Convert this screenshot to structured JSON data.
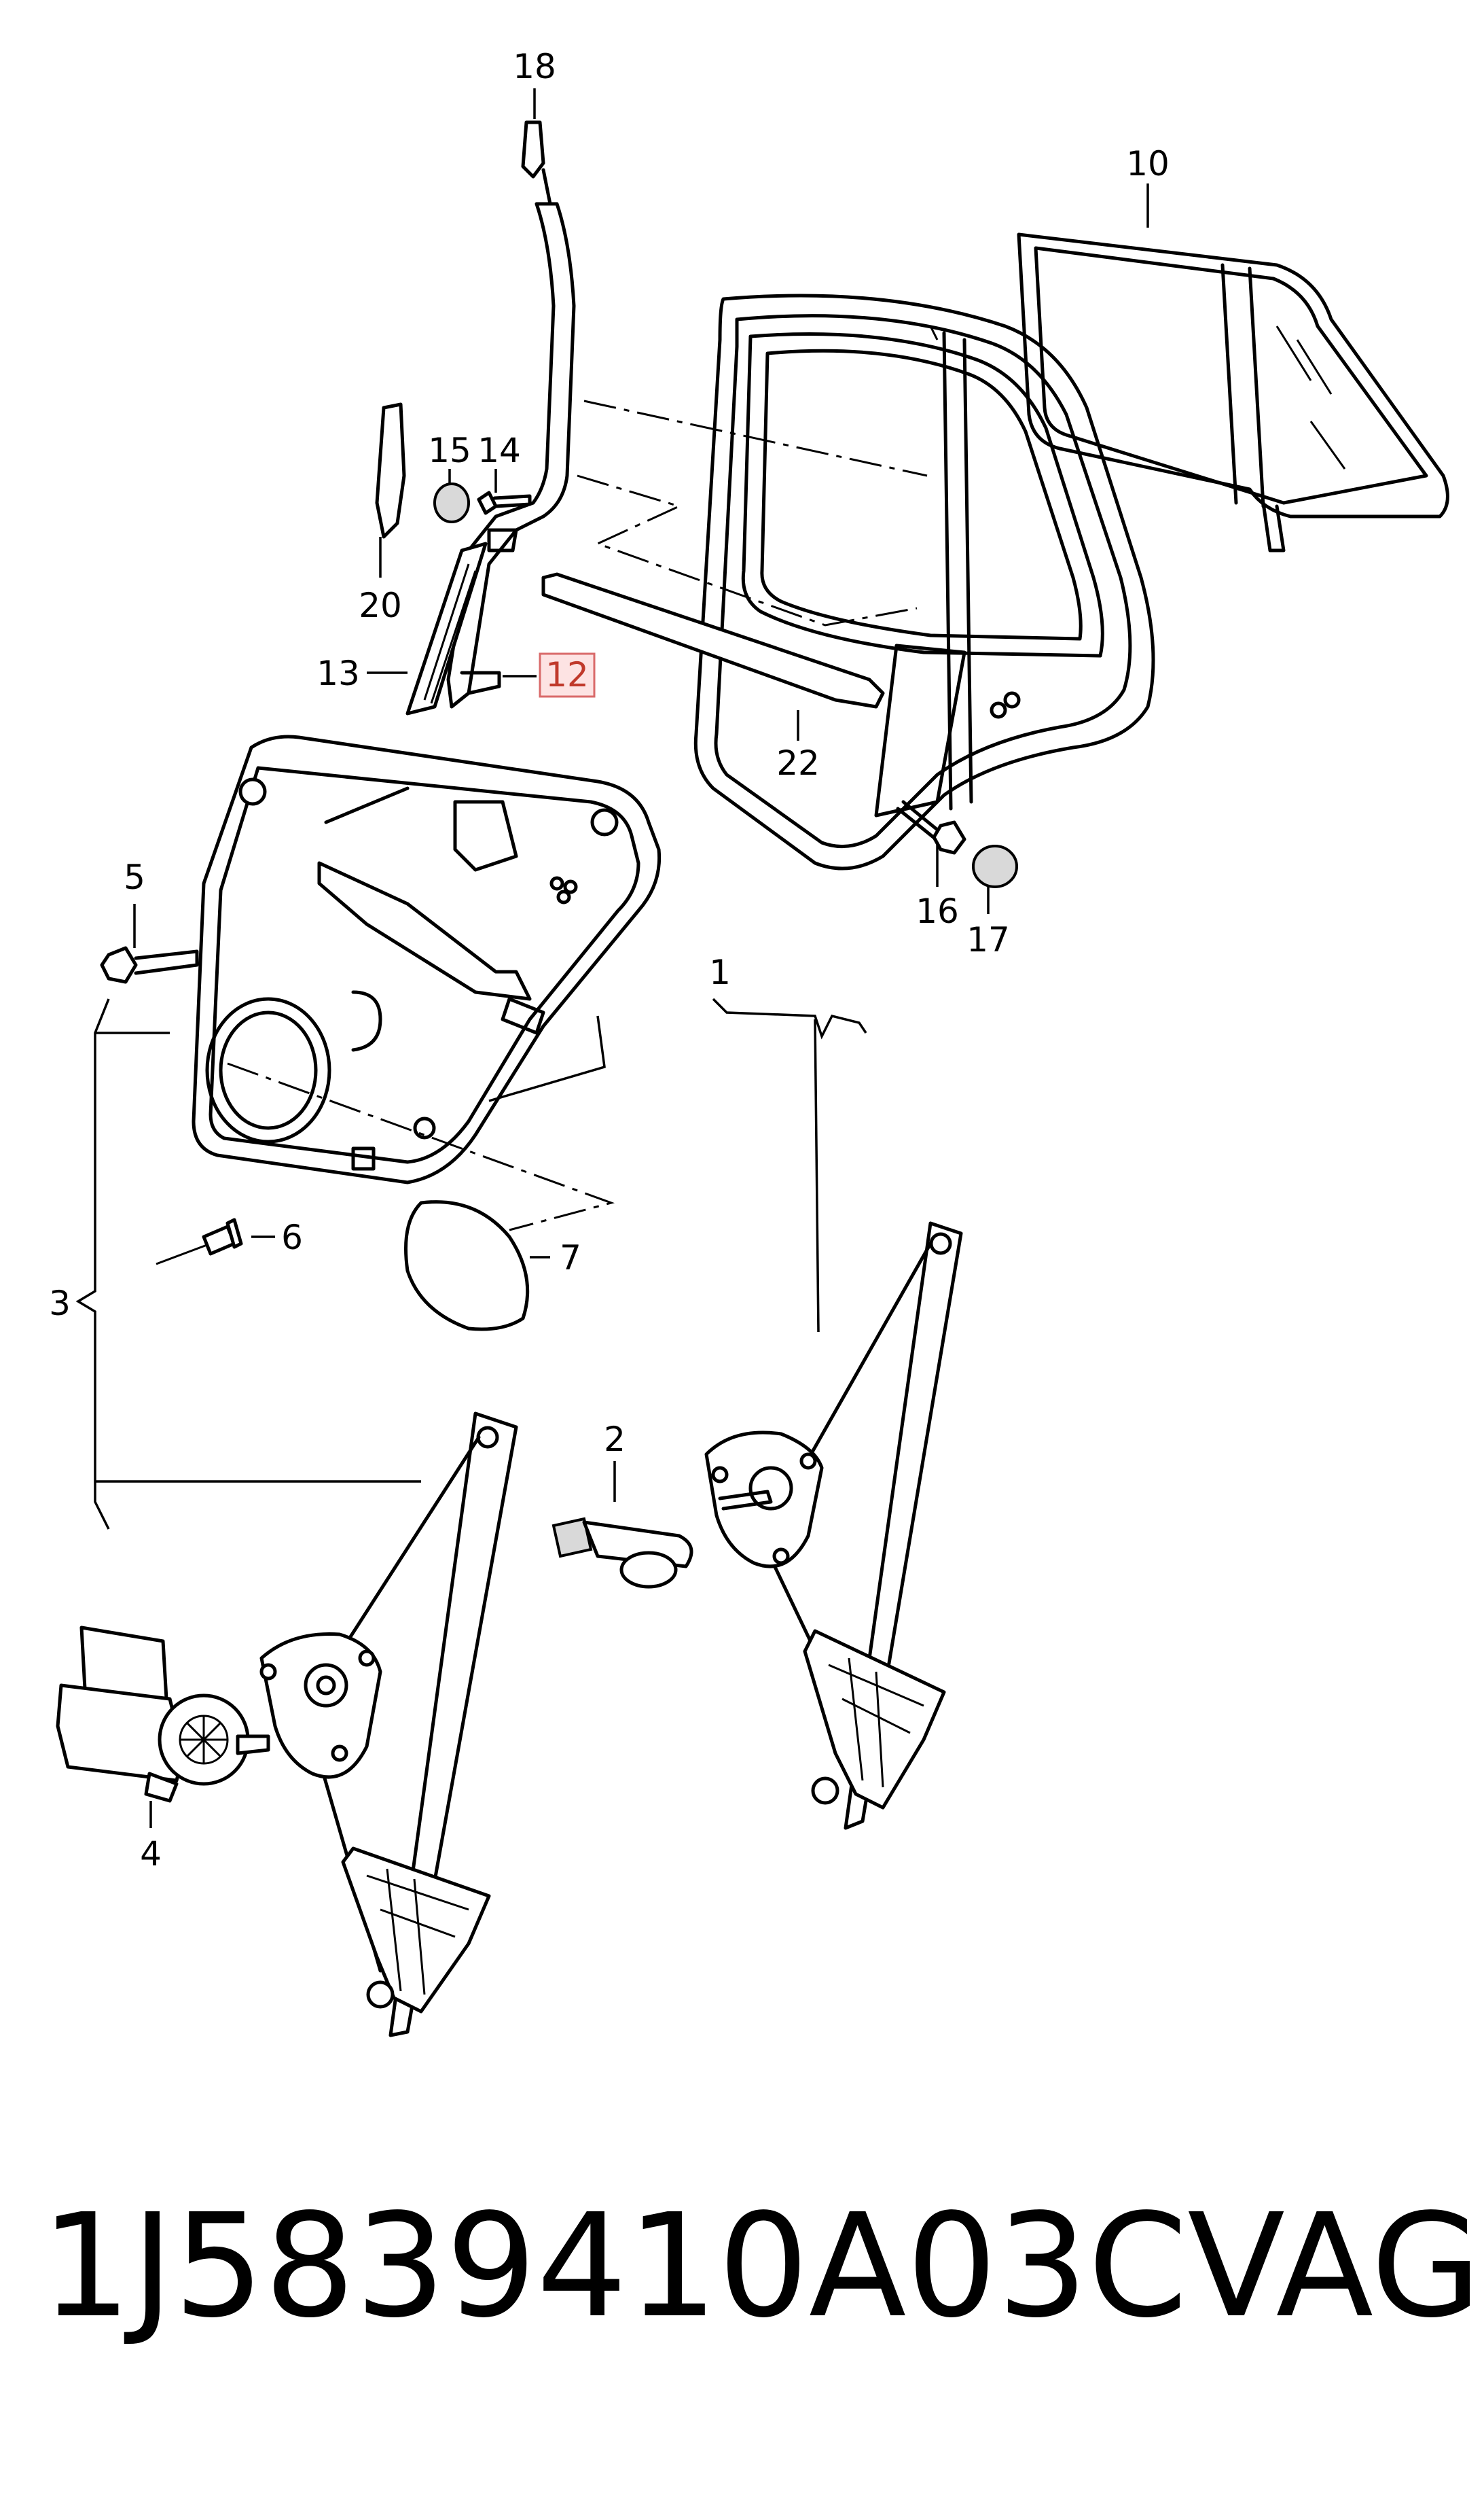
{
  "callouts": {
    "c1": "1",
    "c2": "2",
    "c3": "3",
    "c4": "4",
    "c5": "5",
    "c6": "6",
    "c7": "7",
    "c10": "10",
    "c12": "12",
    "c13": "13",
    "c14": "14",
    "c15": "15",
    "c16": "16",
    "c17": "17",
    "c18": "18",
    "c20": "20",
    "c22": "22"
  },
  "highlighted_callout": "12",
  "highlight_color": "#d96a6a",
  "footer": {
    "part_number": "1J5839410A03C",
    "brand": "VAG"
  }
}
